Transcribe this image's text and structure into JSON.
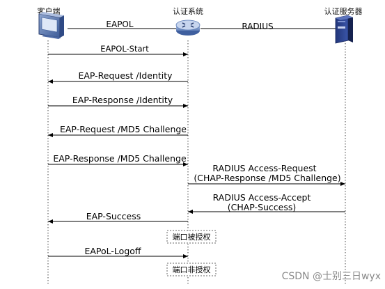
{
  "entities": {
    "client": "客户端",
    "authenticator": "认证系统",
    "server": "认证服务器"
  },
  "protocols": {
    "client_side": "EAPOL",
    "server_side": "RADIUS"
  },
  "messages": {
    "eapol_start": "EAPOL-Start",
    "req_identity": "EAP-Request /Identity",
    "resp_identity": "EAP-Response /Identity",
    "req_md5": "EAP-Request /MD5 Challenge",
    "resp_md5": "EAP-Response /MD5 Challenge",
    "radius_req_line1": "RADIUS Access-Request",
    "radius_req_line2": "(CHAP-Response /MD5 Challenge)",
    "radius_acc_line1": "RADIUS Access-Accept",
    "radius_acc_line2": "(CHAP-Success)",
    "eap_success": "EAP-Success",
    "eapol_logoff": "EAPoL-Logoff"
  },
  "states": {
    "authorized": "端口被授权",
    "unauthorized": "端口非授权"
  },
  "watermark": "CSDN @士别三日wyx"
}
